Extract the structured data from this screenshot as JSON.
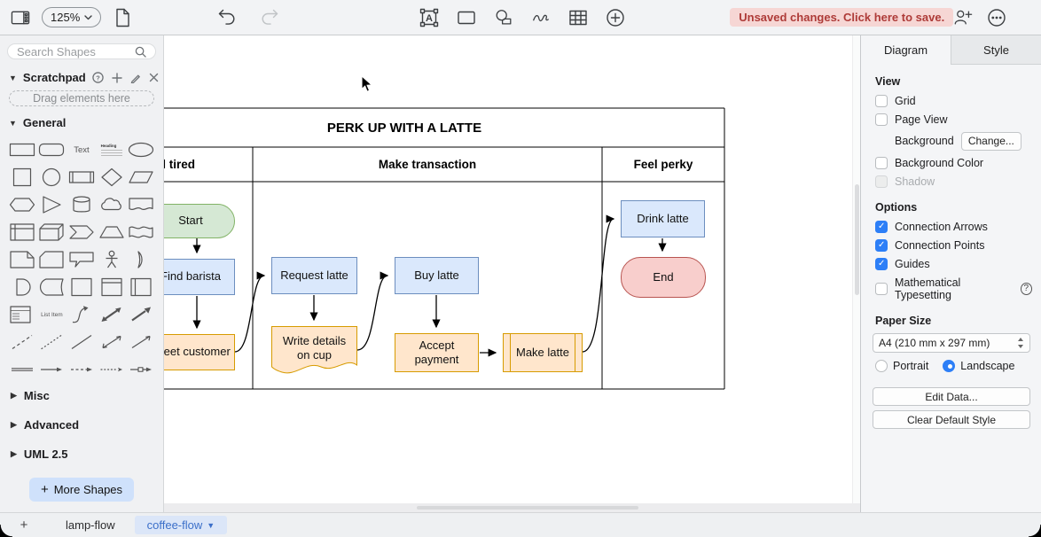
{
  "toolbar": {
    "zoom_level": "125%",
    "unsaved_badge": "Unsaved changes. Click here to save."
  },
  "sidebar": {
    "search_placeholder": "Search Shapes",
    "scratchpad_label": "Scratchpad",
    "dropzone_label": "Drag elements here",
    "general_label": "General",
    "misc_label": "Misc",
    "advanced_label": "Advanced",
    "uml_label": "UML 2.5",
    "more_shapes_plus": "+",
    "more_shapes_label": "More Shapes",
    "shape_text": "Text",
    "shape_heading": "Heading",
    "shape_list_item": "List Item",
    "palette_shapes": [
      "rectangle",
      "rounded-rectangle",
      "text",
      "heading",
      "ellipse",
      "square",
      "circle",
      "process",
      "diamond",
      "parallelogram",
      "hexagon",
      "triangle",
      "cylinder",
      "cloud",
      "document",
      "internal-storage",
      "cube",
      "step",
      "trapezoid",
      "tape",
      "note",
      "card",
      "callout",
      "actor",
      "or",
      "and",
      "data-storage",
      "container",
      "vertical-container",
      "horizontal-container",
      "list",
      "list-item",
      "curve",
      "bidirectional-arrow",
      "arrow",
      "dashed-line",
      "dotted-line",
      "line",
      "bidirectional-connector",
      "directional-connector",
      "link",
      "arrow-link",
      "dashed-arrow",
      "dotted-arrow",
      "labeled-arrow"
    ]
  },
  "canvas": {
    "pool_title": "PERK UP WITH A LATTE",
    "lane_tired": "Feel tired",
    "lane_transaction": "Make transaction",
    "lane_perky": "Feel perky",
    "nodes": {
      "start": "Start",
      "find_barista": "Find barista",
      "request_latte": "Request latte",
      "buy_latte": "Buy latte",
      "drink_latte": "Drink latte",
      "end": "End",
      "greet_customer": "Greet customer",
      "write_details": "Write details on cup",
      "accept_payment": "Accept payment",
      "make_latte": "Make latte"
    },
    "colors": {
      "start_fill": "#d5e8d4",
      "start_stroke": "#82b366",
      "task_fill": "#dae8fc",
      "task_stroke": "#6c8ebf",
      "barista_fill": "#ffe6cc",
      "barista_stroke": "#d79b00",
      "end_fill": "#f8cecc",
      "end_stroke": "#b85450"
    }
  },
  "right_panel": {
    "tab_diagram": "Diagram",
    "tab_style": "Style",
    "view": {
      "heading": "View",
      "grid": "Grid",
      "page_view": "Page View",
      "background": "Background",
      "change_button": "Change...",
      "background_color": "Background Color",
      "shadow": "Shadow"
    },
    "options": {
      "heading": "Options",
      "connection_arrows": "Connection Arrows",
      "connection_points": "Connection Points",
      "guides": "Guides",
      "math_typesetting": "Mathematical Typesetting"
    },
    "paper": {
      "heading": "Paper Size",
      "size_value": "A4 (210 mm x 297 mm)",
      "portrait": "Portrait",
      "landscape": "Landscape"
    },
    "edit_data_button": "Edit Data...",
    "clear_style_button": "Clear Default Style"
  },
  "bottom_bar": {
    "add": "+",
    "tab_lamp": "lamp-flow",
    "tab_coffee": "coffee-flow"
  },
  "icons": {
    "accent_blue": "#2d7ff7",
    "badge_bg": "#f6d6d4",
    "badge_text": "#ae3b38",
    "names": [
      "panel-toggle-icon",
      "zoom-dropdown",
      "page-icon",
      "undo-icon",
      "redo-icon",
      "text-tool-icon",
      "rectangle-tool-icon",
      "shapes-tool-icon",
      "freehand-tool-icon",
      "table-tool-icon",
      "insert-icon",
      "share-icon",
      "more-options-icon",
      "toolbox-icon",
      "search-icon",
      "help-icon",
      "add-icon",
      "edit-icon",
      "close-icon",
      "mouse-cursor"
    ]
  }
}
